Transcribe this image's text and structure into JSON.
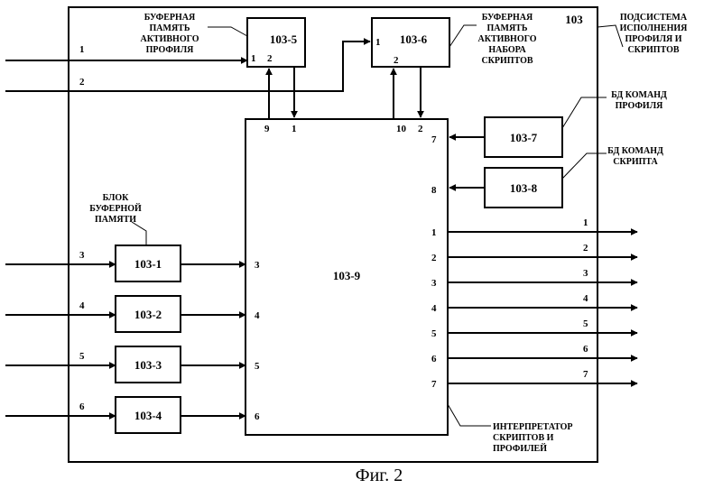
{
  "subsystem": {
    "id": "103",
    "label": [
      "ПОДСИСТЕМА",
      "ИСПОЛНЕНИЯ",
      "ПРОФИЛЯ И",
      "СКРИПТОВ"
    ]
  },
  "blocks": {
    "b1035": {
      "id": "103-5",
      "label": [
        "БУФЕРНАЯ",
        "ПАМЯТЬ",
        "АКТИВНОГО",
        "ПРОФИЛЯ"
      ]
    },
    "b1036": {
      "id": "103-6",
      "label": [
        "БУФЕРНАЯ",
        "ПАМЯТЬ",
        "АКТИВНОГО",
        "НАБОРА",
        "СКРИПТОВ"
      ]
    },
    "b1037": {
      "id": "103-7",
      "label": [
        "БД КОМАНД",
        "ПРОФИЛЯ"
      ]
    },
    "b1038": {
      "id": "103-8",
      "label": [
        "БД КОМАНД",
        "СКРИПТА"
      ]
    },
    "b1039": {
      "id": "103-9",
      "label": [
        "ИНТЕРПРЕТАТОР",
        "СКРИПТОВ И",
        "ПРОФИЛЕЙ"
      ]
    },
    "buffer": {
      "label": [
        "БЛОК",
        "БУФЕРНОЙ",
        "ПАМЯТИ"
      ],
      "ids": [
        "103-1",
        "103-2",
        "103-3",
        "103-4"
      ]
    }
  },
  "ports": {
    "inputs": [
      "1",
      "2",
      "3",
      "4",
      "5",
      "6"
    ],
    "b1035": [
      "1",
      "2"
    ],
    "b1036": [
      "1",
      "2"
    ],
    "top": [
      "9",
      "1",
      "10",
      "2"
    ],
    "right_in": [
      "7",
      "8"
    ],
    "left_in": [
      "3",
      "4",
      "5",
      "6"
    ],
    "right_out": [
      "1",
      "2",
      "3",
      "4",
      "5",
      "6",
      "7"
    ],
    "outputs": [
      "1",
      "2",
      "3",
      "4",
      "5",
      "6",
      "7"
    ]
  },
  "caption": "Фиг. 2"
}
